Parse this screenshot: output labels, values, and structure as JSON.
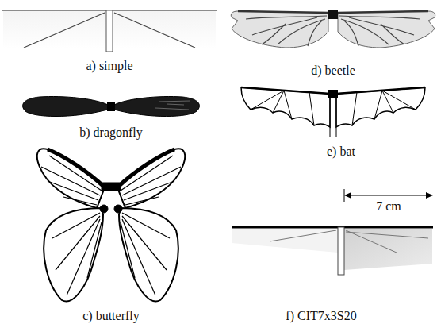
{
  "diagram": {
    "labels": [
      "a) simple",
      "b) dragonfly",
      "c) butterfly",
      "d) beetle",
      "e) bat",
      "7 cm",
      "f) CIT7x3S20"
    ]
  }
}
